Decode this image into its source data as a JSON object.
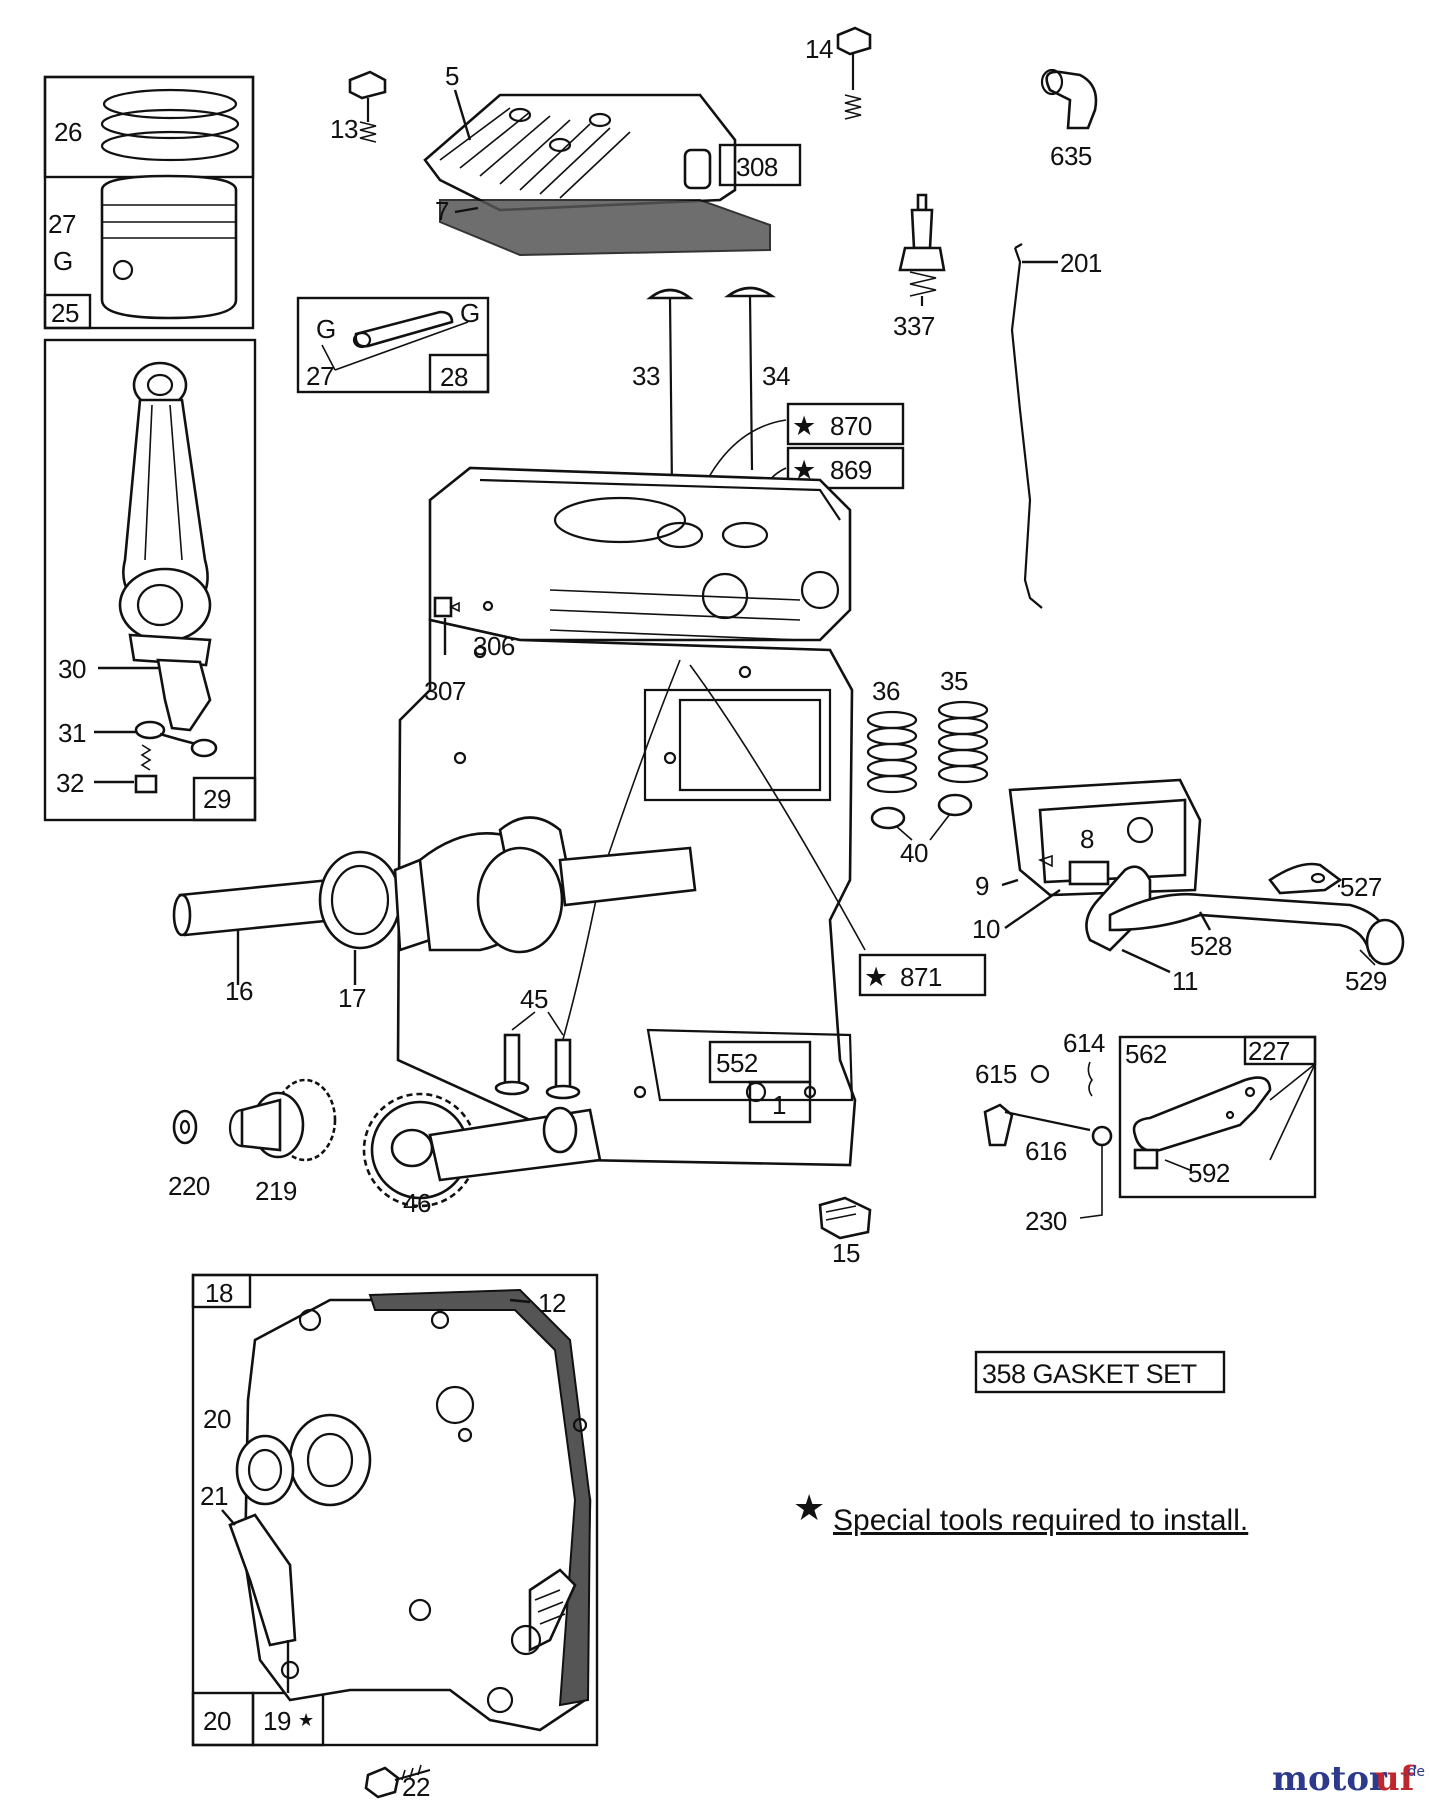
{
  "labels": {
    "p5": "5",
    "p308": "308",
    "p13": "13",
    "p14": "14",
    "p635": "635",
    "p7": "7",
    "p26": "26",
    "p27a": "27",
    "p25": "25",
    "p27b": "27",
    "p28": "28",
    "p337": "337",
    "p201": "201",
    "p33": "33",
    "p34": "34",
    "p870": "870",
    "p869": "869",
    "p306": "306",
    "p307": "307",
    "p30": "30",
    "p31": "31",
    "p32": "32",
    "p29": "29",
    "p36": "36",
    "p35": "35",
    "p40": "40",
    "p8": "8",
    "p9": "9",
    "p10": "10",
    "p527": "527",
    "p528": "528",
    "p11": "11",
    "p529": "529",
    "p871": "871",
    "p16": "16",
    "p17": "17",
    "p45": "45",
    "p552": "552",
    "p1": "1",
    "p614": "614",
    "p615": "615",
    "p562": "562",
    "p227": "227",
    "p616": "616",
    "p592": "592",
    "p230": "230",
    "p220": "220",
    "p219": "219",
    "p46": "46",
    "p15": "15",
    "p18": "18",
    "p12": "12",
    "p20a": "20",
    "p21": "21",
    "p20b": "20",
    "p19": "19",
    "p22": "22"
  },
  "gasket_set": "358 GASKET SET",
  "note_text": "Special tools required to install.",
  "watermark": {
    "brand_part1": "motor",
    "brand_part2": "uf",
    "tld": ".de"
  }
}
